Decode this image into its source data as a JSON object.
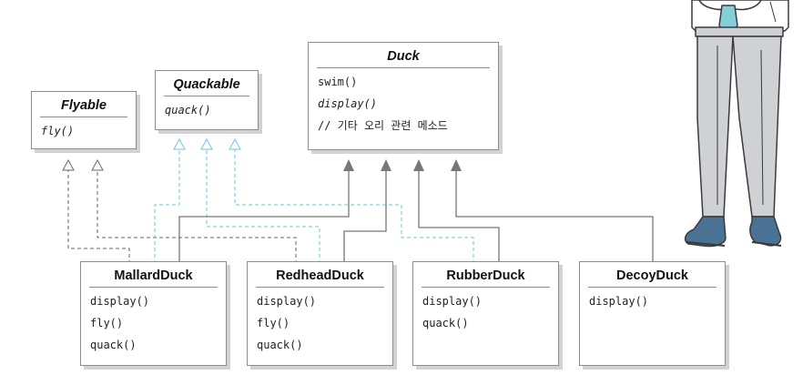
{
  "classes": {
    "flyable": {
      "name": "Flyable",
      "methods": [
        "fly()"
      ]
    },
    "quackable": {
      "name": "Quackable",
      "methods": [
        "quack()"
      ]
    },
    "duck": {
      "name": "Duck",
      "methods": [
        "swim()",
        "display()",
        "// 기타 오리 관련 메소드"
      ]
    },
    "mallard": {
      "name": "MallardDuck",
      "methods": [
        "display()",
        "fly()",
        "quack()"
      ]
    },
    "redhead": {
      "name": "RedheadDuck",
      "methods": [
        "display()",
        "fly()",
        "quack()"
      ]
    },
    "rubber": {
      "name": "RubberDuck",
      "methods": [
        "display()",
        "quack()"
      ]
    },
    "decoy": {
      "name": "DecoyDuck",
      "methods": [
        "display()"
      ]
    }
  },
  "colors": {
    "inheritance": "#777777",
    "flyable_realization": "#666666",
    "quackable_realization": "#6cc6dc",
    "shirt": "#ffffff",
    "tie": "#86cfd9",
    "pants": "#cfd1d4",
    "shoes": "#4a7294"
  }
}
